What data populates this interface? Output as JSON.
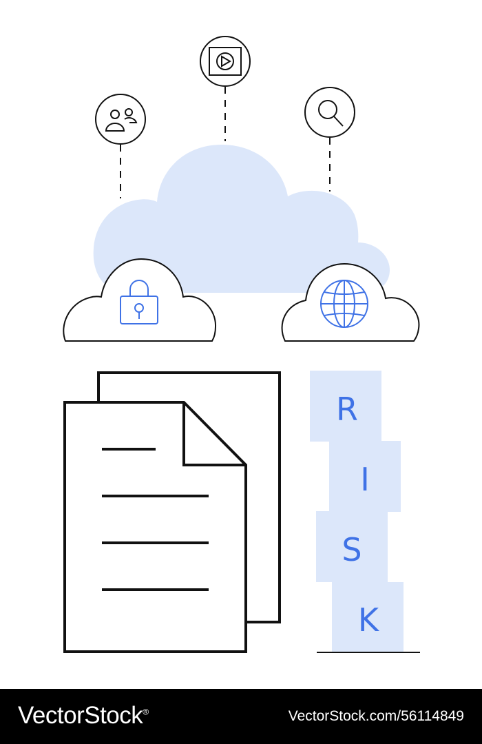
{
  "illustration": {
    "risk_letters": [
      "R",
      "I",
      "S",
      "K"
    ],
    "icons": [
      "users-icon",
      "video-play-icon",
      "search-icon",
      "lock-icon",
      "globe-icon",
      "document-icon"
    ]
  },
  "watermark": {
    "brand": "VectorStock",
    "registered_mark": "®",
    "url_id": "VectorStock.com/56114849"
  },
  "colors": {
    "accent_blue": "#3f72e6",
    "light_blue_fill": "#dce7fa",
    "line": "#111111",
    "footer_bg": "#000000"
  }
}
